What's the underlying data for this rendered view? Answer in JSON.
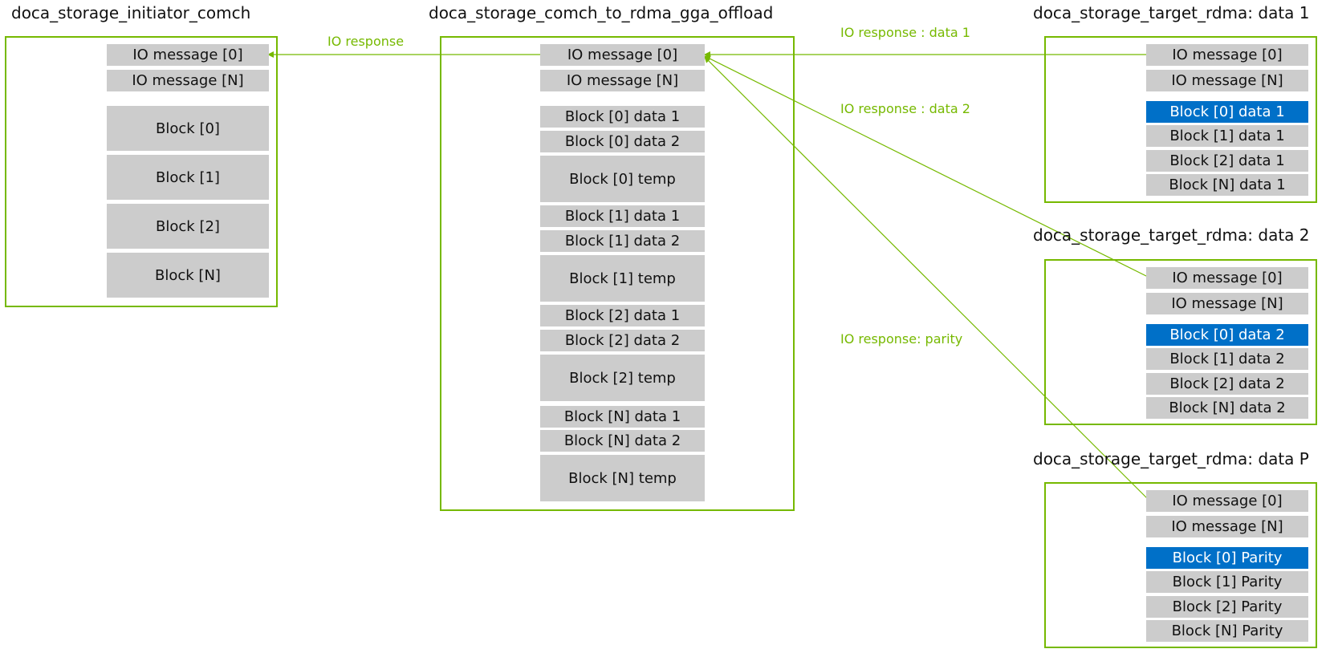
{
  "colors": {
    "frame": "#76b900",
    "cell": "#cccccc",
    "highlight": "#0070c8",
    "label": "#76b900"
  },
  "initiator": {
    "title": "doca_storage_initiator_comch",
    "io_msg_0": "IO message [0]",
    "io_msg_n": "IO message [N]",
    "block_0": "Block [0]",
    "block_1": "Block [1]",
    "block_2": "Block [2]",
    "block_n": "Block [N]"
  },
  "offload": {
    "title": "doca_storage_comch_to_rdma_gga_offload",
    "io_msg_0": "IO message [0]",
    "io_msg_n": "IO message [N]",
    "b0_d1": "Block [0] data 1",
    "b0_d2": "Block [0] data 2",
    "b0_temp": "Block [0] temp",
    "b1_d1": "Block [1] data 1",
    "b1_d2": "Block [1] data 2",
    "b1_temp": "Block [1] temp",
    "b2_d1": "Block [2] data 1",
    "b2_d2": "Block [2] data 2",
    "b2_temp": "Block [2] temp",
    "bn_d1": "Block [N] data 1",
    "bn_d2": "Block [N] data 2",
    "bn_temp": "Block [N] temp"
  },
  "target_data1": {
    "title": "doca_storage_target_rdma: data 1",
    "io_msg_0": "IO message [0]",
    "io_msg_n": "IO message [N]",
    "b0": "Block [0] data 1",
    "b1": "Block [1] data 1",
    "b2": "Block [2] data 1",
    "bn": "Block [N] data 1"
  },
  "target_data2": {
    "title": "doca_storage_target_rdma: data 2",
    "io_msg_0": "IO message [0]",
    "io_msg_n": "IO message [N]",
    "b0": "Block [0] data 2",
    "b1": "Block [1] data 2",
    "b2": "Block [2] data 2",
    "bn": "Block [N] data 2"
  },
  "target_parity": {
    "title": "doca_storage_target_rdma: data P",
    "io_msg_0": "IO message [0]",
    "io_msg_n": "IO message [N]",
    "b0": "Block [0] Parity",
    "b1": "Block [1] Parity",
    "b2": "Block [2] Parity",
    "bn": "Block [N] Parity"
  },
  "labels": {
    "io_response": "IO response",
    "io_response_data1": "IO response : data 1",
    "io_response_data2": "IO response : data 2",
    "io_response_parity": "IO response: parity"
  }
}
